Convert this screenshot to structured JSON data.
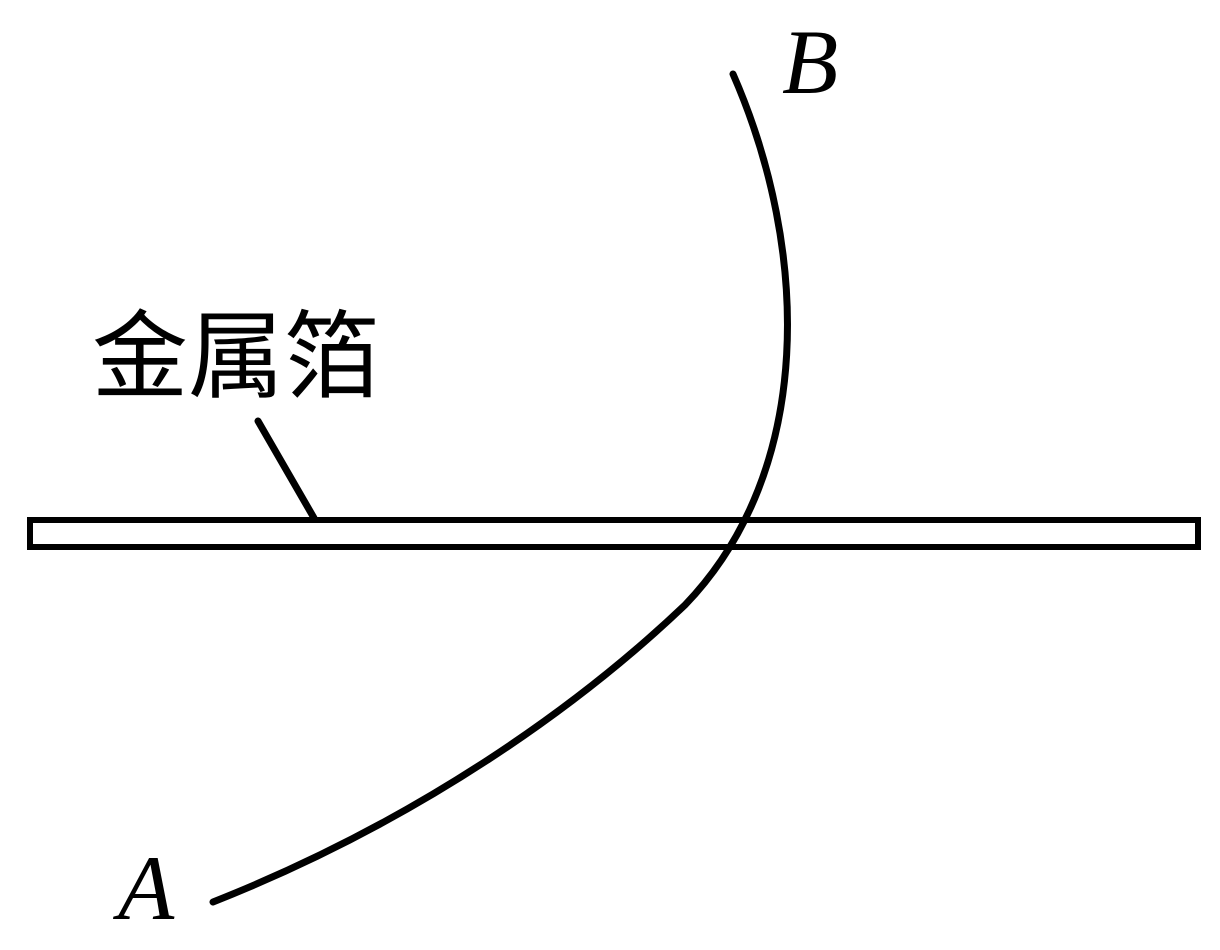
{
  "labels": {
    "point_a": "A",
    "point_b": "B",
    "foil": "金属箔"
  },
  "colors": {
    "line": "#000000",
    "background": "#ffffff"
  }
}
